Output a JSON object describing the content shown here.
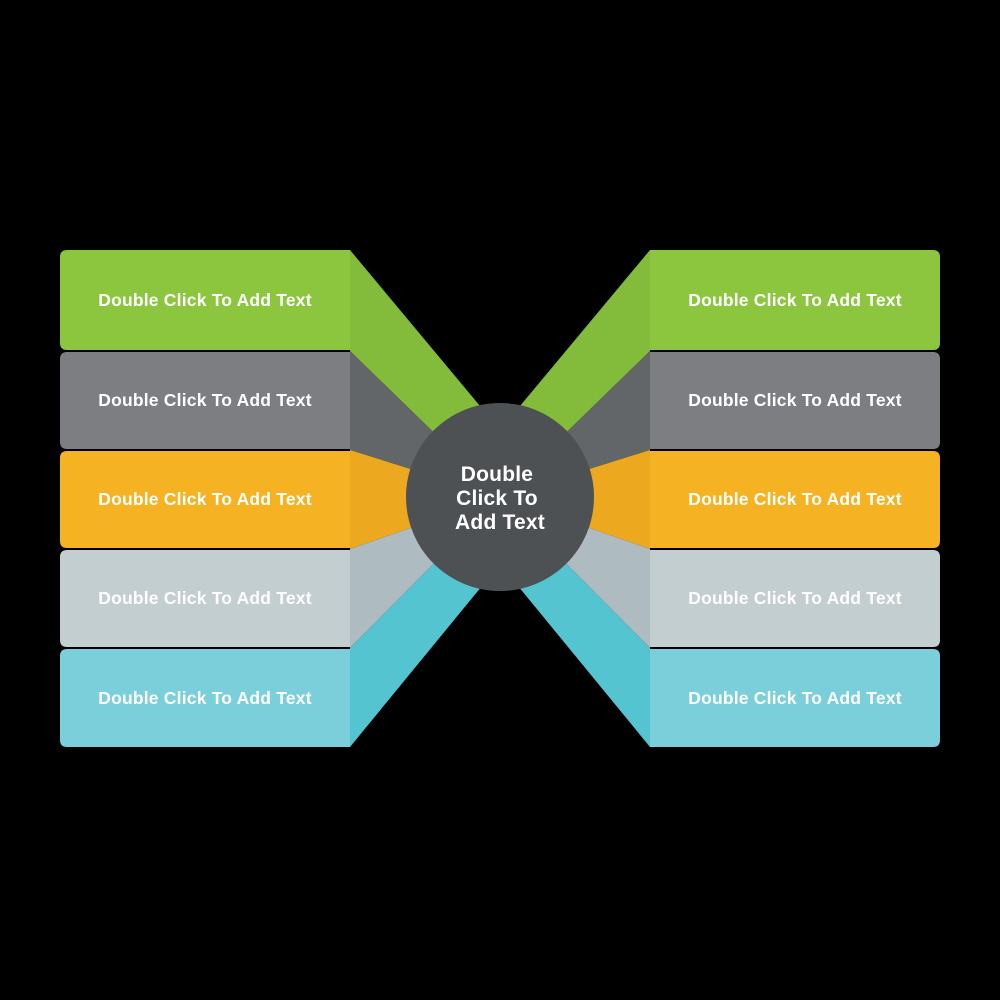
{
  "canvas": {
    "background": "#000000"
  },
  "center": {
    "label": "Double Click To Add Text",
    "lines": [
      "Double",
      "Click To",
      "Add Text"
    ],
    "color": "#4E5154",
    "text_color": "#FFFFFF"
  },
  "bands": {
    "left": [
      {
        "label": "Double Click To Add Text",
        "color": "#8CC63E",
        "ribbon_color": "#83BB3A"
      },
      {
        "label": "Double Click To Add Text",
        "color": "#7C7E81",
        "ribbon_color": "#636669"
      },
      {
        "label": "Double Click To Add Text",
        "color": "#F5B222",
        "ribbon_color": "#ECA81F"
      },
      {
        "label": "Double Click To Add Text",
        "color": "#C3CED1",
        "ribbon_color": "#AEBCC1"
      },
      {
        "label": "Double Click To Add Text",
        "color": "#7BCFDA",
        "ribbon_color": "#55C4D1"
      }
    ],
    "right": [
      {
        "label": "Double Click To Add Text",
        "color": "#8CC63E",
        "ribbon_color": "#83BB3A"
      },
      {
        "label": "Double Click To Add Text",
        "color": "#7C7E81",
        "ribbon_color": "#636669"
      },
      {
        "label": "Double Click To Add Text",
        "color": "#F5B222",
        "ribbon_color": "#ECA81F"
      },
      {
        "label": "Double Click To Add Text",
        "color": "#C3CED1",
        "ribbon_color": "#AEBCC1"
      },
      {
        "label": "Double Click To Add Text",
        "color": "#7BCFDA",
        "ribbon_color": "#55C4D1"
      }
    ]
  },
  "text_color": "#FFFFFF"
}
